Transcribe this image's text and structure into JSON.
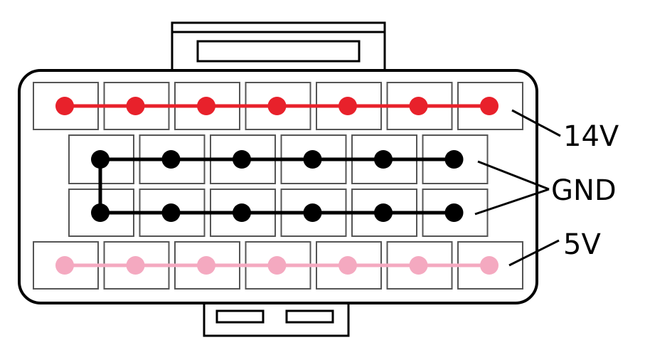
{
  "labels": {
    "v14": "14V",
    "gnd": "GND",
    "v5": "5V"
  },
  "colors": {
    "v14": "#e8212b",
    "gnd": "#000000",
    "v5": "#f4a9c0",
    "outline": "#000000",
    "cell_border": "#555555"
  },
  "rows": [
    {
      "id": "row-14v",
      "rail": "v14",
      "pin_count": 7
    },
    {
      "id": "row-gnd-top",
      "rail": "gnd",
      "pin_count": 6
    },
    {
      "id": "row-gnd-bottom",
      "rail": "gnd",
      "pin_count": 6
    },
    {
      "id": "row-5v",
      "rail": "v5",
      "pin_count": 7
    }
  ]
}
